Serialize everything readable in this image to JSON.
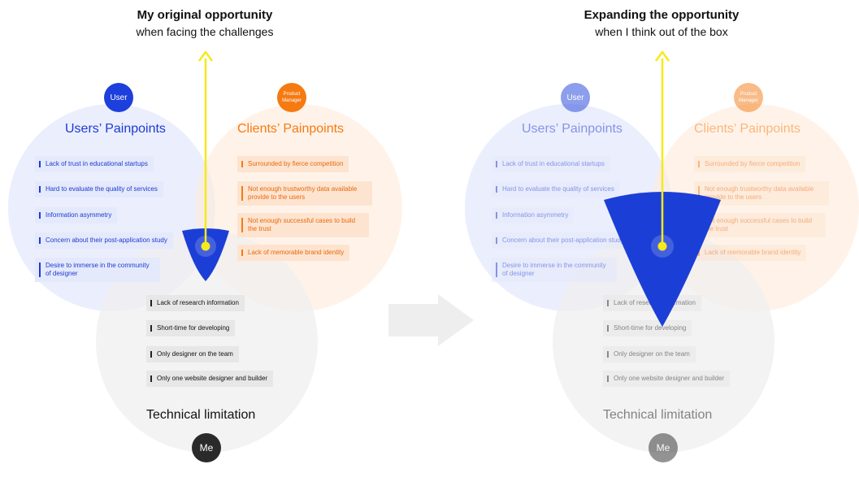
{
  "colors": {
    "user_blue": "#1d3fdb",
    "client_orange": "#f57a12",
    "tech_dark": "#2a2a2a",
    "opportunity_blue": "#1b3fd6",
    "arrow_yellow": "#f6ea1a",
    "transition_arrow": "#eeeeee"
  },
  "panels": [
    {
      "title": "My original opportunity",
      "subtitle": "when facing the challenges",
      "user_badge": "User",
      "pm_badge": "Product Manager",
      "me_badge": "Me",
      "users_heading": "Users’ Painpoints",
      "clients_heading": "Clients’ Painpoints",
      "tech_heading": "Technical limitation"
    },
    {
      "title": "Expanding the opportunity",
      "subtitle": "when I think out of the box",
      "user_badge": "User",
      "pm_badge": "Product Manager",
      "me_badge": "Me",
      "users_heading": "Users’ Painpoints",
      "clients_heading": "Clients’ Painpoints",
      "tech_heading": "Technical limitation"
    }
  ],
  "user_painpoints": [
    "Lack of trust in educational startups",
    "Hard to evaluate the quality of services",
    "Information asymmetry",
    "Concern about their post-application study",
    "Desire to immerse in the community of designer"
  ],
  "client_painpoints": [
    "Surrounded by fierce competition",
    "Not enough trustworthy data available provide to the users",
    "Not enough successful cases to build the trust",
    "Lack of memorable brand identity"
  ],
  "tech_limitations": [
    "Lack of research information",
    "Short-time for developing",
    "Only designer on the team",
    "Only one website designer and builder"
  ]
}
